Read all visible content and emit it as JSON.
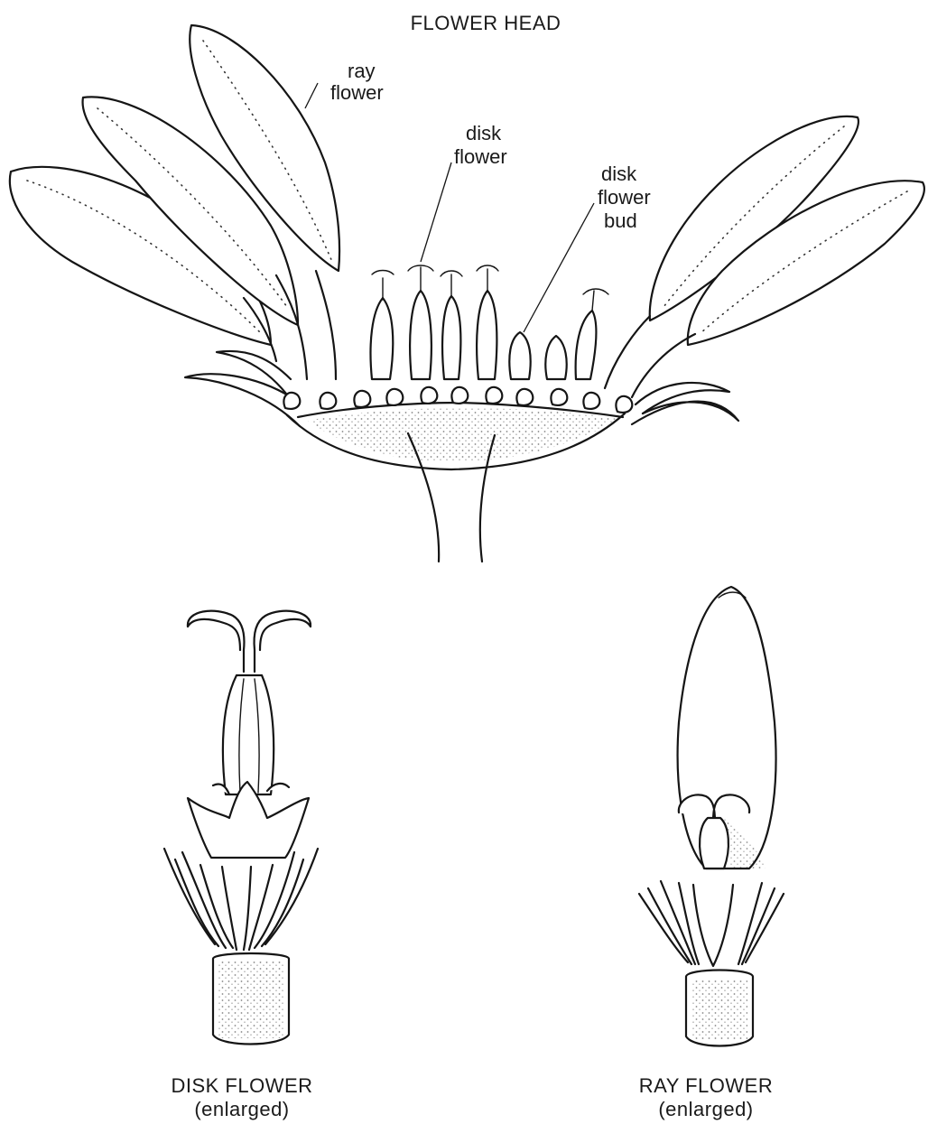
{
  "title": "FLOWER HEAD",
  "callouts": {
    "ray_flower": [
      "ray",
      "flower"
    ],
    "disk_flower": [
      "disk",
      "flower"
    ],
    "disk_flower_bud": [
      "disk",
      "flower",
      "bud"
    ]
  },
  "captions": {
    "disk": {
      "name": "DISK FLOWER",
      "note": "(enlarged)"
    },
    "ray": {
      "name": "RAY FLOWER",
      "note": "(enlarged)"
    }
  }
}
